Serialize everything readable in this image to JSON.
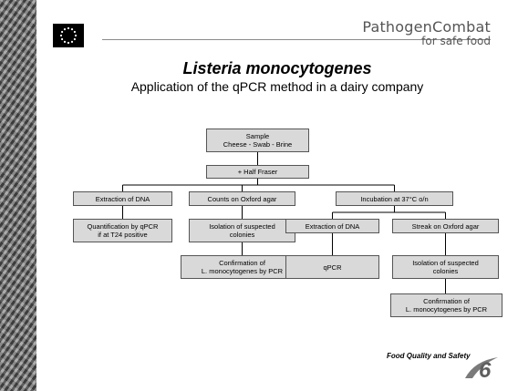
{
  "header": {
    "brand_name": "PathogenCombat",
    "brand_tagline": "for safe food"
  },
  "slide": {
    "title": "Listeria monocytogenes",
    "subtitle": "Application of the qPCR method in a dairy company"
  },
  "flowchart": {
    "sample_line1": "Sample",
    "sample_line2": "Cheese - Swab - Brine",
    "half_fraser": "+ Half Fraser",
    "extraction_dna_left": "Extraction of DNA",
    "counts_oxford": "Counts on Oxford agar",
    "incubation": "Incubation at 37°C o/n",
    "quant_line1": "Quantification by qPCR",
    "quant_line2": "if at T24 positive",
    "isolation_left_line1": "Isolation of suspected",
    "isolation_left_line2": "colonies",
    "confirm_left_line1": "Confirmation of",
    "confirm_left_line2": "L. monocytogenes by PCR",
    "extraction_dna_right": "Extraction of DNA",
    "streak_oxford": "Streak on Oxford agar",
    "qpcr": "qPCR",
    "isolation_right_line1": "Isolation of suspected",
    "isolation_right_line2": "colonies",
    "confirm_right_line1": "Confirmation of",
    "confirm_right_line2": "L. monocytogenes by PCR"
  },
  "footer": {
    "program_text": "Food Quality and Safety",
    "logo_numeral": "6"
  }
}
